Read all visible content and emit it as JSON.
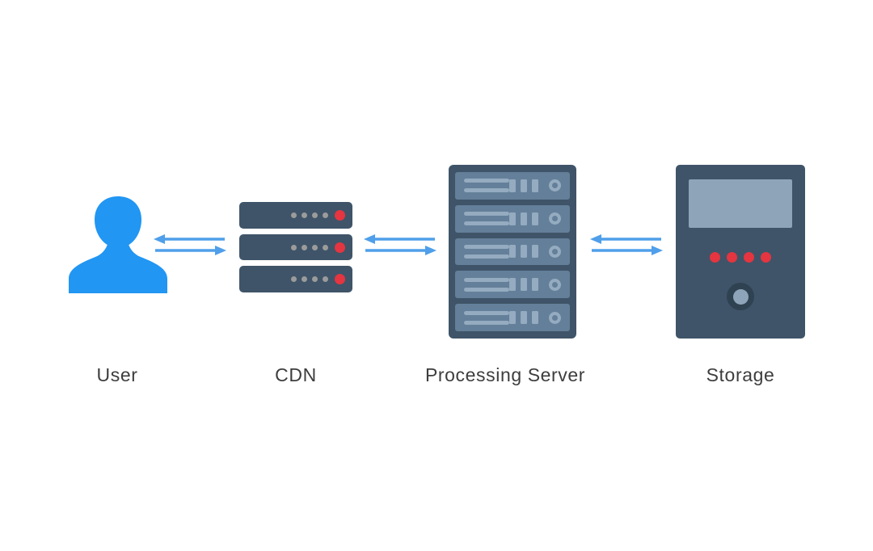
{
  "diagram": {
    "type": "architecture-flow",
    "background": "#ffffff",
    "nodes": [
      {
        "id": "user",
        "label": "User",
        "icon": "user-icon",
        "color": "#2196f3"
      },
      {
        "id": "cdn",
        "label": "CDN",
        "icon": "cdn-server-stack-icon",
        "color": "#3f5468"
      },
      {
        "id": "processing-server",
        "label": "Processing Server",
        "icon": "server-rack-icon",
        "color": "#3f5468"
      },
      {
        "id": "storage",
        "label": "Storage",
        "icon": "storage-drive-icon",
        "color": "#3f5468"
      }
    ],
    "connections": [
      {
        "from": "user",
        "to": "cdn",
        "direction": "bidirectional"
      },
      {
        "from": "cdn",
        "to": "processing-server",
        "direction": "bidirectional"
      },
      {
        "from": "processing-server",
        "to": "storage",
        "direction": "bidirectional"
      }
    ],
    "colors": {
      "arrow": "#4f9fea",
      "user_silhouette": "#2196f3",
      "chassis_dark": "#3f5468",
      "panel_mid": "#647f99",
      "detail_light": "#94abc0",
      "screen": "#8ea5b9",
      "knob_ring": "#2e4252",
      "led_red": "#e43540",
      "led_gray": "#9b9b9b",
      "label_text": "#3d3d3d"
    }
  }
}
